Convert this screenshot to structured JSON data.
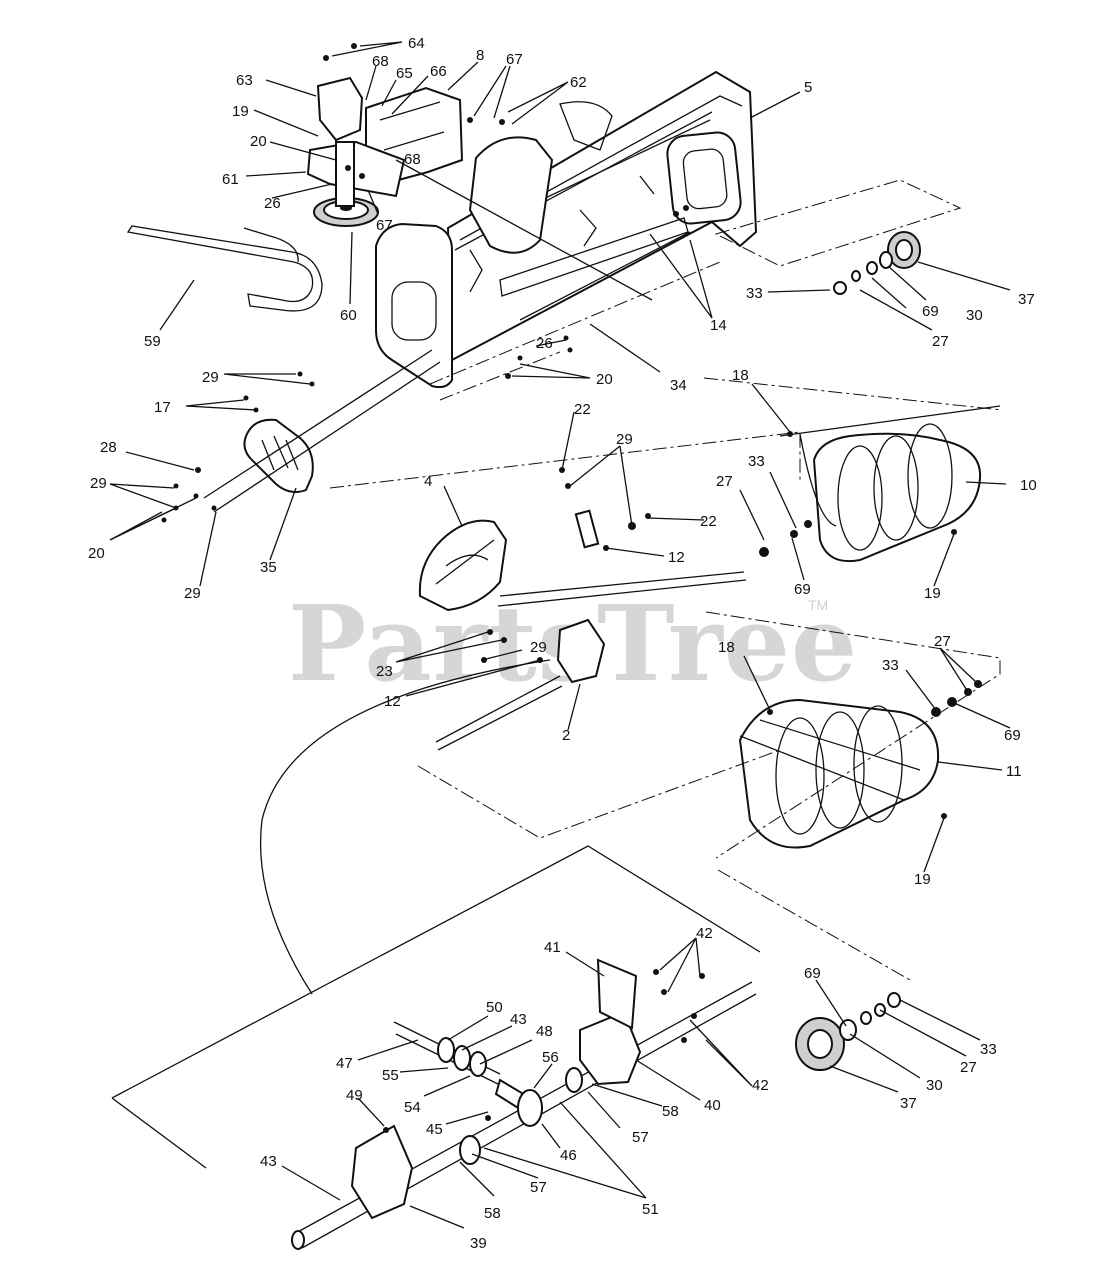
{
  "watermark": {
    "text": "PartsTree",
    "trademark": "TM"
  },
  "callouts": [
    {
      "id": "c64a",
      "label": "64"
    },
    {
      "id": "c8",
      "label": "8"
    },
    {
      "id": "c67a",
      "label": "67"
    },
    {
      "id": "c63",
      "label": "63"
    },
    {
      "id": "c68a",
      "label": "68"
    },
    {
      "id": "c65",
      "label": "65"
    },
    {
      "id": "c66",
      "label": "66"
    },
    {
      "id": "c62",
      "label": "62"
    },
    {
      "id": "c5",
      "label": "5"
    },
    {
      "id": "c19a",
      "label": "19"
    },
    {
      "id": "c20a",
      "label": "20"
    },
    {
      "id": "c68b",
      "label": "68"
    },
    {
      "id": "c61",
      "label": "61"
    },
    {
      "id": "c26a",
      "label": "26"
    },
    {
      "id": "c67b",
      "label": "67"
    },
    {
      "id": "c60",
      "label": "60"
    },
    {
      "id": "c59",
      "label": "59"
    },
    {
      "id": "c37a",
      "label": "37"
    },
    {
      "id": "c33a",
      "label": "33"
    },
    {
      "id": "c69a",
      "label": "69"
    },
    {
      "id": "c30a",
      "label": "30"
    },
    {
      "id": "c27a",
      "label": "27"
    },
    {
      "id": "c14",
      "label": "14"
    },
    {
      "id": "c26b",
      "label": "26"
    },
    {
      "id": "c34",
      "label": "34"
    },
    {
      "id": "c20b",
      "label": "20"
    },
    {
      "id": "c29a",
      "label": "29"
    },
    {
      "id": "c17",
      "label": "17"
    },
    {
      "id": "c18a",
      "label": "18"
    },
    {
      "id": "c28",
      "label": "28"
    },
    {
      "id": "c29b",
      "label": "29"
    },
    {
      "id": "c20c",
      "label": "20"
    },
    {
      "id": "c35",
      "label": "35"
    },
    {
      "id": "c29c",
      "label": "29"
    },
    {
      "id": "c22a",
      "label": "22"
    },
    {
      "id": "c29d",
      "label": "29"
    },
    {
      "id": "c22b",
      "label": "22"
    },
    {
      "id": "c4",
      "label": "4"
    },
    {
      "id": "c12a",
      "label": "12"
    },
    {
      "id": "c27b",
      "label": "27"
    },
    {
      "id": "c33b",
      "label": "33"
    },
    {
      "id": "c10",
      "label": "10"
    },
    {
      "id": "c69b",
      "label": "69"
    },
    {
      "id": "c19b",
      "label": "19"
    },
    {
      "id": "c23",
      "label": "23"
    },
    {
      "id": "c29e",
      "label": "29"
    },
    {
      "id": "c12b",
      "label": "12"
    },
    {
      "id": "c2",
      "label": "2"
    },
    {
      "id": "c18b",
      "label": "18"
    },
    {
      "id": "c27c",
      "label": "27"
    },
    {
      "id": "c33c",
      "label": "33"
    },
    {
      "id": "c69c",
      "label": "69"
    },
    {
      "id": "c11",
      "label": "11"
    },
    {
      "id": "c19c",
      "label": "19"
    },
    {
      "id": "c41",
      "label": "41"
    },
    {
      "id": "c42a",
      "label": "42"
    },
    {
      "id": "c50",
      "label": "50"
    },
    {
      "id": "c43a",
      "label": "43"
    },
    {
      "id": "c47",
      "label": "47"
    },
    {
      "id": "c48",
      "label": "48"
    },
    {
      "id": "c55",
      "label": "55"
    },
    {
      "id": "c56",
      "label": "56"
    },
    {
      "id": "c54",
      "label": "54"
    },
    {
      "id": "c42b",
      "label": "42"
    },
    {
      "id": "c40",
      "label": "40"
    },
    {
      "id": "c58a",
      "label": "58"
    },
    {
      "id": "c45",
      "label": "45"
    },
    {
      "id": "c57a",
      "label": "57"
    },
    {
      "id": "c46",
      "label": "46"
    },
    {
      "id": "c49",
      "label": "49"
    },
    {
      "id": "c43b",
      "label": "43"
    },
    {
      "id": "c57b",
      "label": "57"
    },
    {
      "id": "c58b",
      "label": "58"
    },
    {
      "id": "c51",
      "label": "51"
    },
    {
      "id": "c39",
      "label": "39"
    },
    {
      "id": "c69d",
      "label": "69"
    },
    {
      "id": "c33d",
      "label": "33"
    },
    {
      "id": "c27d",
      "label": "27"
    },
    {
      "id": "c30b",
      "label": "30"
    },
    {
      "id": "c37b",
      "label": "37"
    }
  ]
}
